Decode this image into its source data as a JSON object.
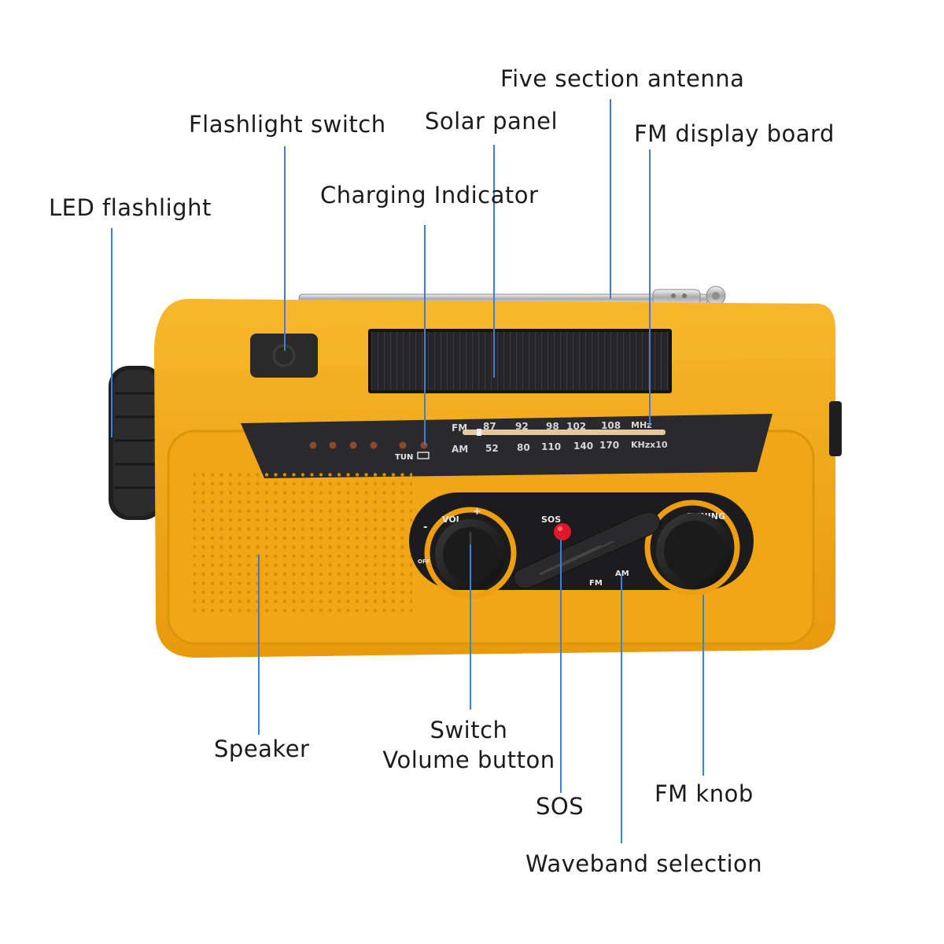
{
  "labels": {
    "led_flashlight": "LED flashlight",
    "flashlight_switch": "Flashlight switch",
    "solar_panel": "Solar panel",
    "charging_indicator": "Charging Indicator",
    "five_section_antenna": "Five section antenna",
    "fm_display_board": "FM display board",
    "speaker": "Speaker",
    "switch_line1": "Switch",
    "switch_line2": "Volume button",
    "sos": "SOS",
    "fm_knob": "FM knob",
    "waveband_selection": "Waveband selection"
  },
  "dial": {
    "fm_label": "FM",
    "fm_marks": [
      "87",
      "92",
      "98",
      "102",
      "108"
    ],
    "fm_unit": "MHz",
    "am_label": "AM",
    "am_marks": [
      "52",
      "80",
      "110",
      "140",
      "170"
    ],
    "am_unit": "KHzx10",
    "tun_label": "TUN"
  },
  "controls": {
    "vol_label": "VOL",
    "vol_minus": "-",
    "vol_plus": "+",
    "off_label": "OFF",
    "sos_label": "SOS",
    "tuning_label": "TUNING",
    "band_fm": "FM",
    "band_am": "AM"
  },
  "colors": {
    "body": "#f4a81a",
    "leader_line": "#3d7fd1",
    "panel": "#2a2a2e",
    "sos_button": "#e0182a"
  }
}
